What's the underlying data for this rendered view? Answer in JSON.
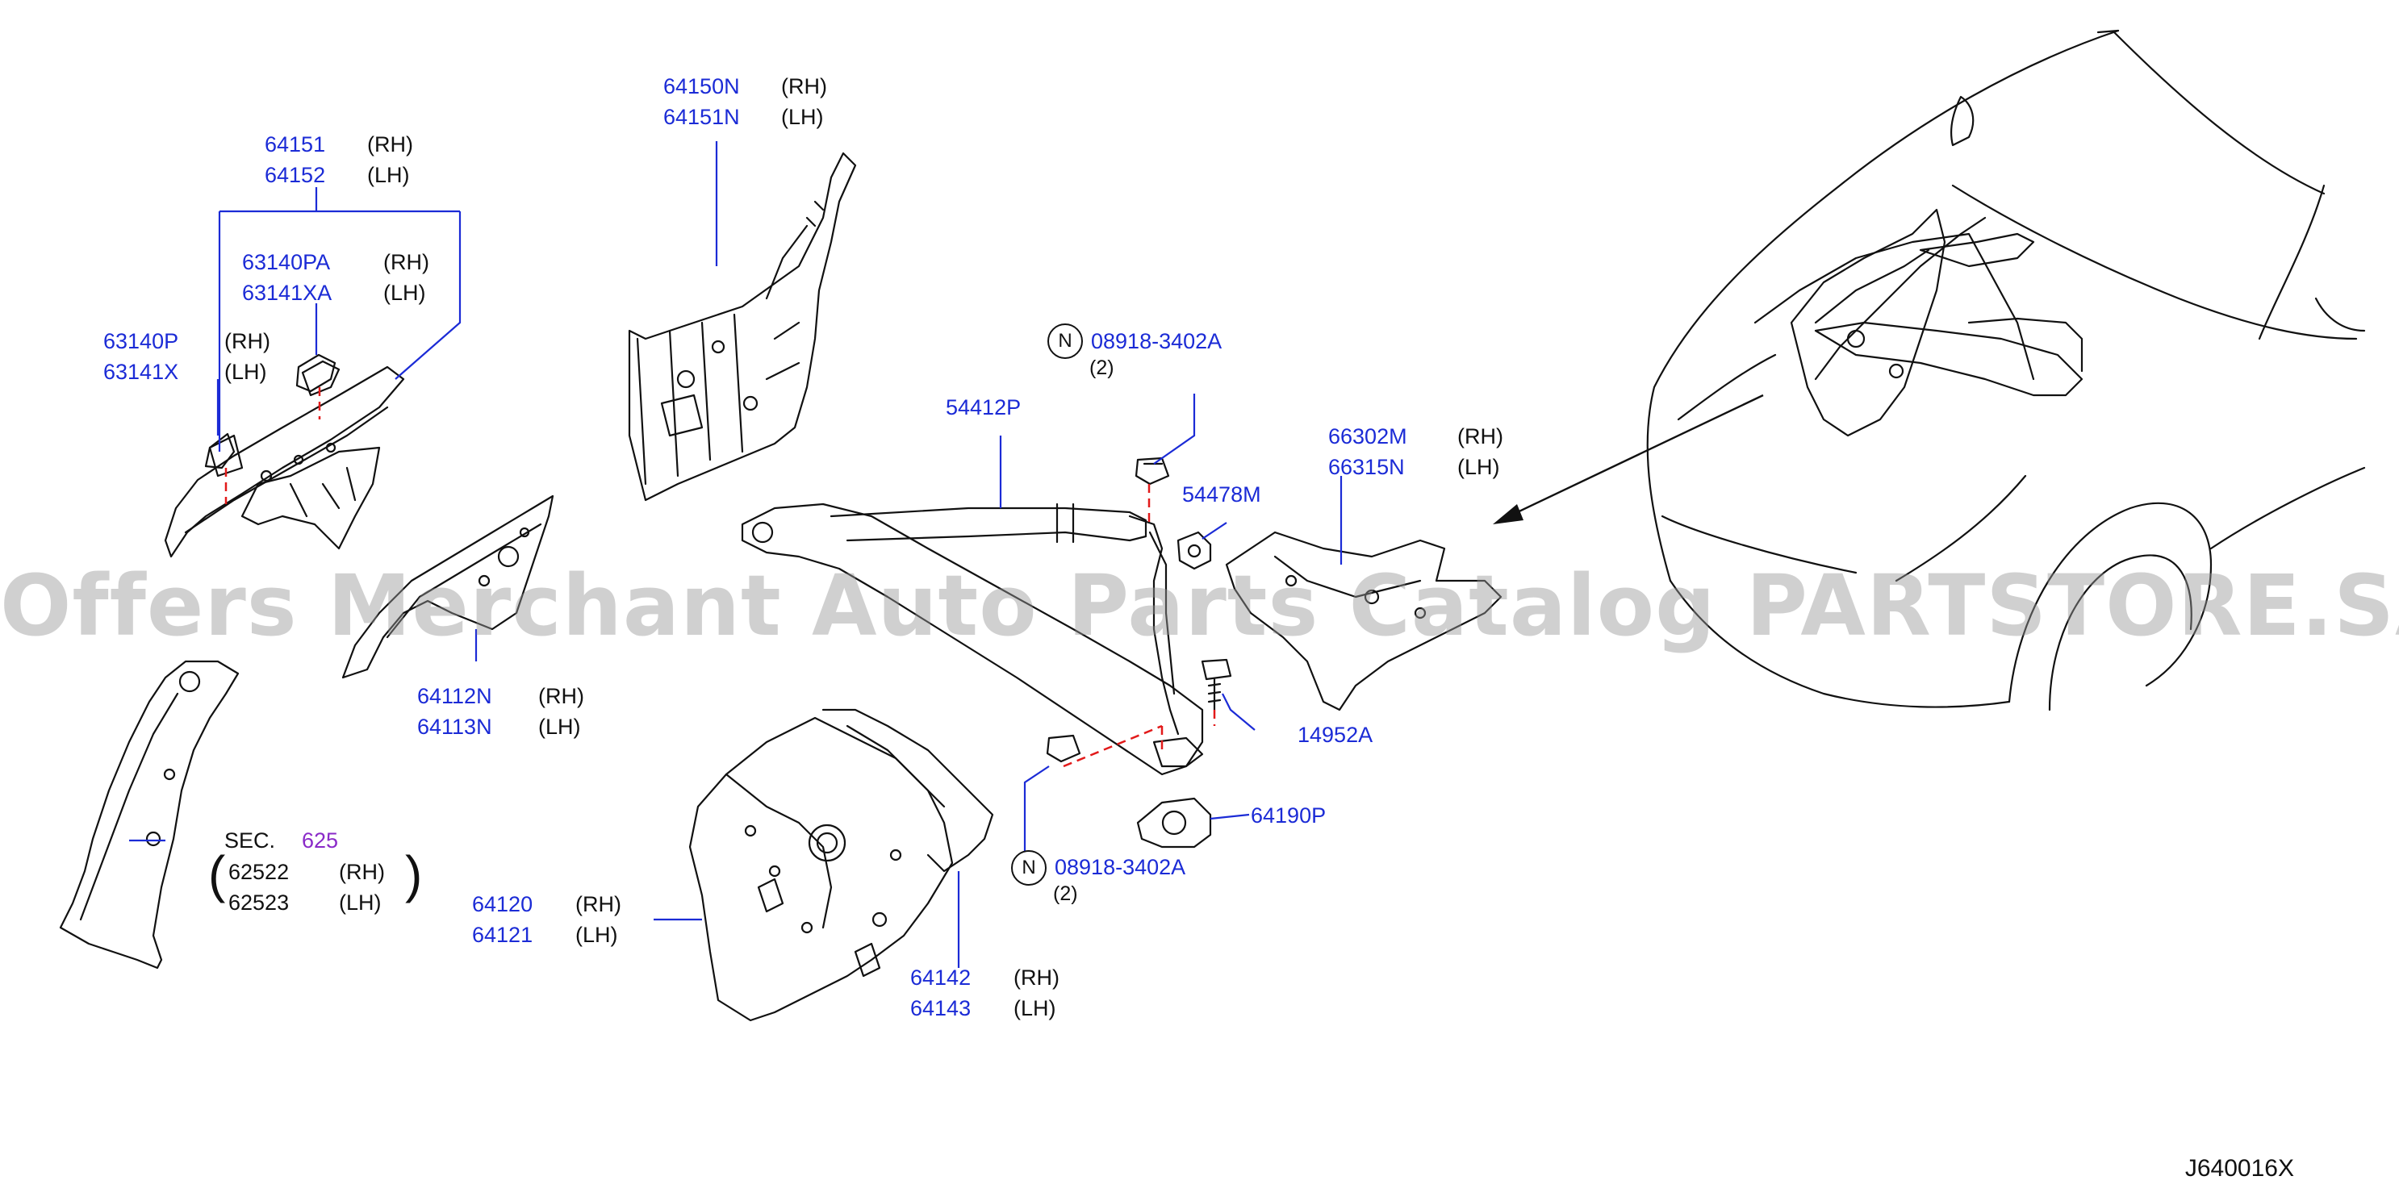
{
  "diagram": {
    "figure_code": "J640016X",
    "watermark": "Offers Merchant Auto Parts Catalog PARTSTORE.SA",
    "callouts": {
      "c64151": {
        "pn": "64151",
        "side": "(RH)"
      },
      "c64152": {
        "pn": "64152",
        "side": "(LH)"
      },
      "c63140PA": {
        "pn": "63140PA",
        "side": "(RH)"
      },
      "c63141XA": {
        "pn": "63141XA",
        "side": "(LH)"
      },
      "c63140P": {
        "pn": "63140P",
        "side": "(RH)"
      },
      "c63141X": {
        "pn": "63141X",
        "side": "(LH)"
      },
      "c64150N": {
        "pn": "64150N",
        "side": "(RH)"
      },
      "c64151N": {
        "pn": "64151N",
        "side": "(LH)"
      },
      "c08918a": {
        "symbol": "N",
        "pn": "08918-3402A",
        "qty": "(2)"
      },
      "c54412P": {
        "pn": "54412P"
      },
      "c54478M": {
        "pn": "54478M"
      },
      "c66302M": {
        "pn": "66302M",
        "side": "(RH)"
      },
      "c66315N": {
        "pn": "66315N",
        "side": "(LH)"
      },
      "c64112N": {
        "pn": "64112N",
        "side": "(RH)"
      },
      "c64113N": {
        "pn": "64113N",
        "side": "(LH)"
      },
      "c14952A": {
        "pn": "14952A"
      },
      "c64190P": {
        "pn": "64190P"
      },
      "c08918b": {
        "symbol": "N",
        "pn": "08918-3402A",
        "qty": "(2)"
      },
      "sec": {
        "label": "SEC.",
        "num": "625"
      },
      "c62522": {
        "pn": "62522",
        "side": "(RH)"
      },
      "c62523": {
        "pn": "62523",
        "side": "(LH)"
      },
      "c64120": {
        "pn": "64120",
        "side": "(RH)"
      },
      "c64121": {
        "pn": "64121",
        "side": "(LH)"
      },
      "c64142": {
        "pn": "64142",
        "side": "(RH)"
      },
      "c64143": {
        "pn": "64143",
        "side": "(LH)"
      }
    }
  }
}
